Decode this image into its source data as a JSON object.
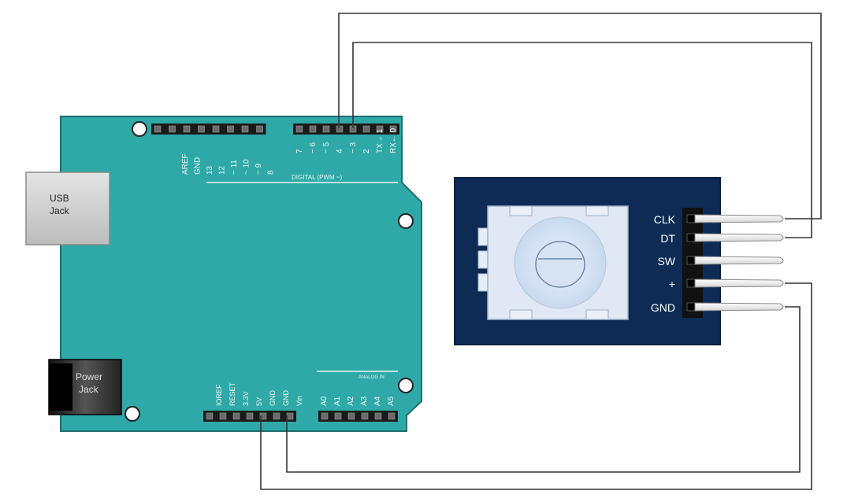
{
  "arduino": {
    "usb_label_line1": "USB",
    "usb_label_line2": "Jack",
    "power_label_line1": "Power",
    "power_label_line2": "Jack",
    "digital_pins_left": [
      "AREF",
      "GND",
      "13",
      "12",
      "~ 11",
      "~ 10",
      "~ 9",
      "8"
    ],
    "digital_pins_right": [
      "7",
      "~ 6",
      "~ 5",
      "4",
      "~ 3",
      "2",
      "TX→ 1",
      "RX← 0"
    ],
    "digital_label": "DIGITAL (PWM ~)",
    "power_pins": [
      "IOREF",
      "RESET",
      "3.3V",
      "5V",
      "GND",
      "GND",
      "Vin"
    ],
    "analog_pins": [
      "A0",
      "A1",
      "A2",
      "A3",
      "A4",
      "A5"
    ],
    "analog_label": "ANALOG IN"
  },
  "encoder": {
    "pins": [
      "CLK",
      "DT",
      "SW",
      "+",
      "GND"
    ]
  },
  "colors": {
    "board": "#2fa9a7",
    "board_edge": "#1e6f6d",
    "module": "#0d2b55",
    "wire": "#333333"
  }
}
